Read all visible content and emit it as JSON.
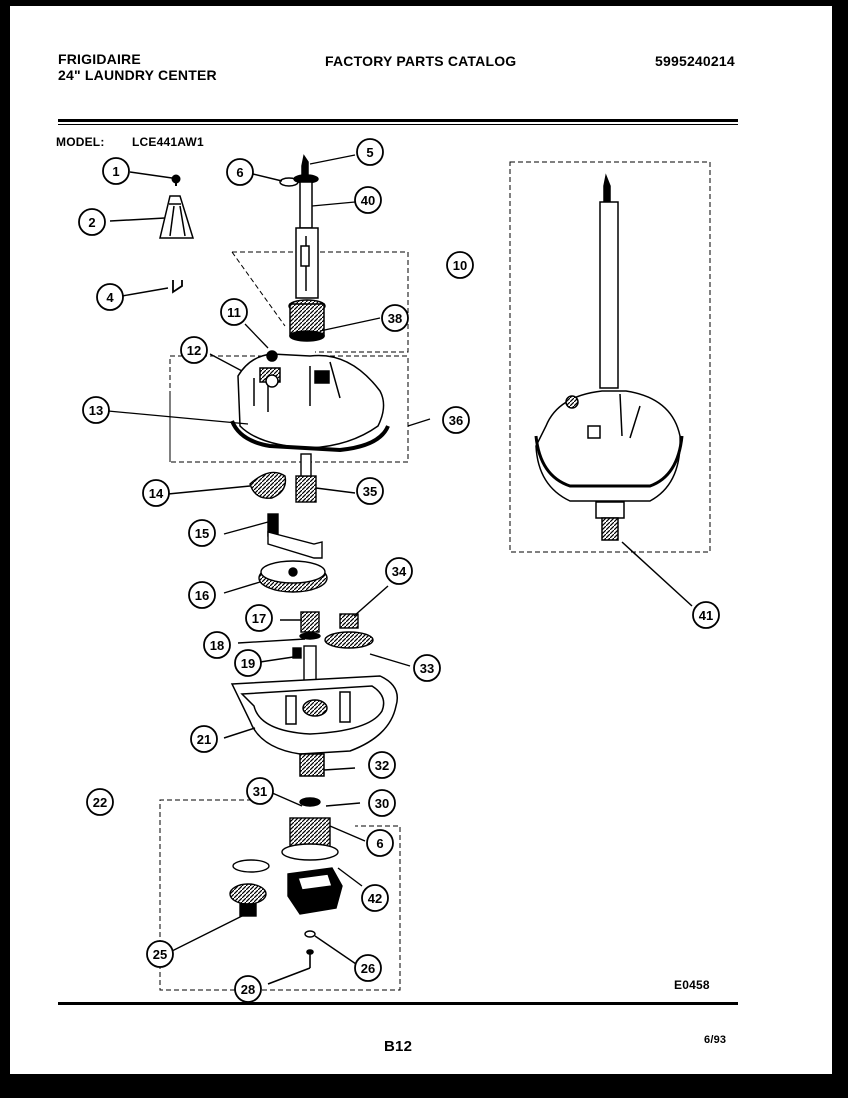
{
  "header": {
    "brand": "FRIGIDAIRE",
    "product": "24\" LAUNDRY CENTER",
    "catalog_title": "FACTORY PARTS CATALOG",
    "catalog_number": "5995240214",
    "model_label": "MODEL:",
    "model_value": "LCE441AW1"
  },
  "footer": {
    "drawing_code": "E0458",
    "page_number": "B12",
    "date": "6/93"
  },
  "callouts": [
    "1",
    "2",
    "4",
    "5",
    "6",
    "40",
    "10",
    "11",
    "38",
    "12",
    "13",
    "36",
    "14",
    "35",
    "15",
    "16",
    "34",
    "17",
    "18",
    "19",
    "33",
    "21",
    "32",
    "22",
    "31",
    "30",
    "6",
    "42",
    "25",
    "26",
    "28",
    "41"
  ]
}
